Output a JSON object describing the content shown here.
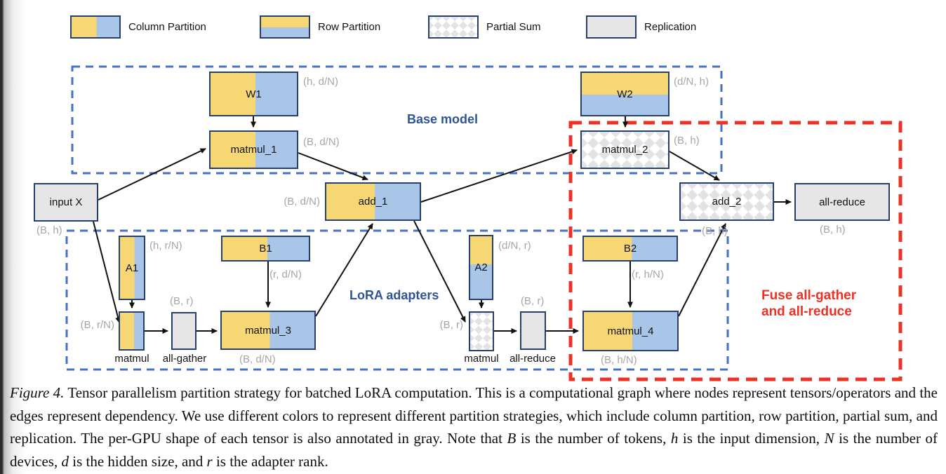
{
  "legend": [
    {
      "id": "column-partition",
      "label": "Column Partition"
    },
    {
      "id": "row-partition",
      "label": "Row Partition"
    },
    {
      "id": "partial-sum",
      "label": "Partial Sum"
    },
    {
      "id": "replication",
      "label": "Replication"
    }
  ],
  "groups": {
    "base_model": {
      "label": "Base model"
    },
    "lora_adapters": {
      "label": "LoRA adapters"
    },
    "fuse": {
      "label_line1": "Fuse all-gather",
      "label_line2": "and all-reduce"
    }
  },
  "nodes": {
    "w1": {
      "label": "W1",
      "shape": "(h, d/N)",
      "partition": "column"
    },
    "matmul_1": {
      "label": "matmul_1",
      "shape": "(B, d/N)",
      "partition": "column"
    },
    "w2": {
      "label": "W2",
      "shape": "(d/N, h)",
      "partition": "row"
    },
    "matmul_2": {
      "label": "matmul_2",
      "shape": "(B, h)",
      "partition": "partial-sum"
    },
    "input_x": {
      "label": "input X",
      "shape": "(B, h)",
      "partition": "replication"
    },
    "add_1": {
      "label": "add_1",
      "shape": "(B, d/N)",
      "partition": "column"
    },
    "add_2": {
      "label": "add_2",
      "shape": "(B, h)",
      "partition": "partial-sum"
    },
    "all_reduce": {
      "label": "all-reduce",
      "shape": "(B, h)",
      "partition": "replication"
    },
    "a1": {
      "label": "A1",
      "shape": "(h, r/N)",
      "partition": "column"
    },
    "matmul_lora1": {
      "label": "matmul",
      "shape": "(B, r/N)",
      "partition": "column"
    },
    "all_gather_lora1": {
      "label": "all-gather",
      "shape": "(B, r)",
      "partition": "replication"
    },
    "b1": {
      "label": "B1",
      "shape": "(r, d/N)",
      "partition": "column"
    },
    "matmul_3": {
      "label": "matmul_3",
      "shape": "(B, d/N)",
      "partition": "column"
    },
    "a2": {
      "label": "A2",
      "shape": "(d/N, r)",
      "partition": "row"
    },
    "matmul_lora2": {
      "label": "matmul",
      "shape": "(B, r)",
      "partition": "partial-sum"
    },
    "all_reduce_lora2": {
      "label": "all-reduce",
      "shape": "(B, r)",
      "partition": "replication"
    },
    "b2": {
      "label": "B2",
      "shape": "(r, h/N)",
      "partition": "column"
    },
    "matmul_4": {
      "label": "matmul_4",
      "shape": "(B, h/N)",
      "partition": "column"
    }
  },
  "edges": [
    [
      "w1",
      "matmul_1"
    ],
    [
      "input_x",
      "matmul_1"
    ],
    [
      "matmul_1",
      "add_1"
    ],
    [
      "add_1",
      "matmul_2"
    ],
    [
      "w2",
      "matmul_2"
    ],
    [
      "matmul_2",
      "add_2"
    ],
    [
      "add_2",
      "all_reduce"
    ],
    [
      "input_x",
      "matmul_lora1"
    ],
    [
      "a1",
      "matmul_lora1"
    ],
    [
      "matmul_lora1",
      "all_gather_lora1"
    ],
    [
      "all_gather_lora1",
      "matmul_3"
    ],
    [
      "b1",
      "matmul_3"
    ],
    [
      "matmul_3",
      "add_1"
    ],
    [
      "add_1",
      "matmul_lora2"
    ],
    [
      "a2",
      "matmul_lora2"
    ],
    [
      "matmul_lora2",
      "all_reduce_lora2"
    ],
    [
      "all_reduce_lora2",
      "matmul_4"
    ],
    [
      "b2",
      "matmul_4"
    ],
    [
      "matmul_4",
      "add_2"
    ]
  ],
  "caption": {
    "figure_label": "Figure 4.",
    "body_1": " Tensor parallelism partition strategy for batched LoRA computation. This is a computational graph where nodes represent tensors/operators and the edges represent dependency. We use different colors to represent different partition strategies, which include column partition, row partition, partial sum, and replication. The per-GPU shape of each tensor is also annotated in gray. Note that ",
    "var_B": "B",
    "body_2": " is the number of tokens, ",
    "var_h": "h",
    "body_3": " is the input dimension, ",
    "var_N": "N",
    "body_4": " is the number of devices, ",
    "var_d": "d",
    "body_5": " is the hidden size, and ",
    "var_r": "r",
    "body_6": " is the adapter rank."
  },
  "colors": {
    "yellow": "#F7D674",
    "blue": "#A9C5E8",
    "node_border": "#24406B",
    "replication_gray": "#E7E6E6",
    "partial_diamond": "#E3E3E3",
    "group_dash_blue": "#4472C4",
    "fuse_dash_red": "#EE3124",
    "annotation_gray": "#A6A6A6",
    "group_label_blue": "#2F5496",
    "edge_black": "#111111"
  }
}
